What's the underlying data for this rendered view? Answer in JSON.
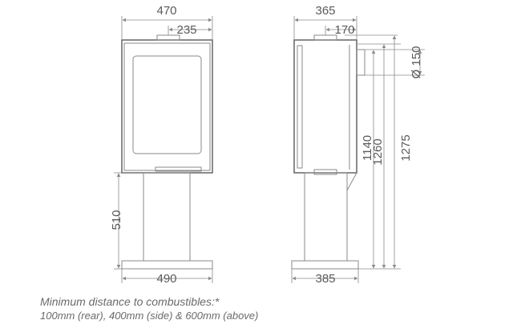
{
  "dimensions": {
    "front_width": "470",
    "front_flue": "235",
    "side_depth": "365",
    "side_flue": "170",
    "flue_diameter": "Ø 150",
    "height_a": "1140",
    "height_b": "1260",
    "height_c": "1275",
    "pedestal_height": "510",
    "front_base": "490",
    "side_base": "385"
  },
  "note": {
    "title": "Minimum distance to combustibles:*",
    "detail": "100mm (rear), 400mm (side) & 600mm (above)"
  }
}
